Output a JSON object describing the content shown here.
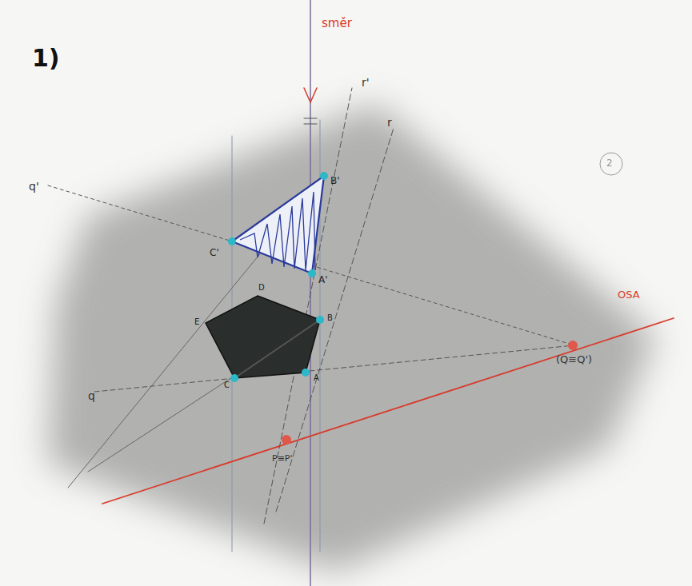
{
  "diagram": {
    "labels": [
      "1)",
      "směr",
      "r'",
      "r",
      "q'",
      "q",
      "B'",
      "C'",
      "A'",
      "D",
      "E",
      "B",
      "C",
      "A",
      "OSA",
      "(Q≡Q')",
      "P≡P'",
      "2"
    ]
  }
}
